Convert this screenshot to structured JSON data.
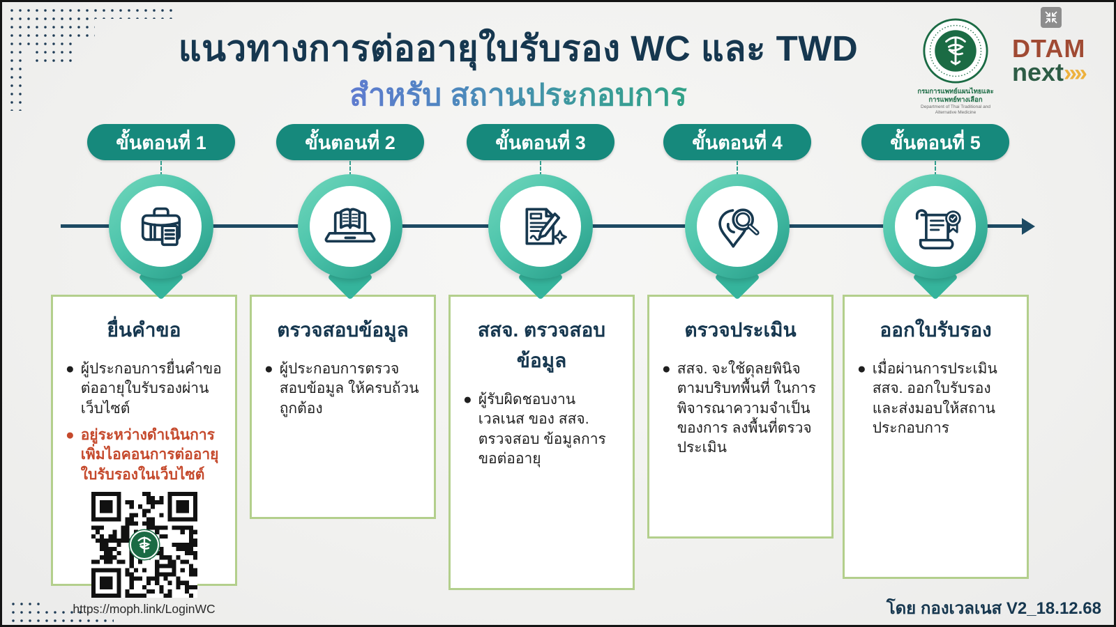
{
  "header": {
    "title": "แนวทางการต่ออายุใบรับรอง WC และ TWD",
    "subtitle": "สำหรับ สถานประกอบการ"
  },
  "logos": {
    "moph": {
      "icon": "moph-seal-icon",
      "caption_th": "กรมการแพทย์แผนไทยและการแพทย์ทางเลือก",
      "caption_en": "Department of Thai Traditional and Alternative Medicine"
    },
    "dtam": {
      "line1": "DTAM",
      "line2": "next",
      "chevrons": "»»"
    }
  },
  "window": {
    "collapse_icon": "collapse-arrows-icon"
  },
  "accent_colors": {
    "badge_teal": "#16897c",
    "ring_teal": "#4cc4ab",
    "timeline_navy": "#1d4a63",
    "card_border_green": "#b3cf8c",
    "warning_red": "#c5492c",
    "title_navy": "#16374f"
  },
  "steps": [
    {
      "badge": "ขั้นตอนที่ 1",
      "icon": "briefcase-document-icon",
      "title": "ยื่นคำขอ",
      "bullets": [
        {
          "text": "ผู้ประกอบการยื่นคำขอต่ออายุใบรับรองผ่านเว็บไซต์",
          "emphasis": false
        },
        {
          "text": "อยู่ระหว่างดำเนินการเพิ่มไอคอนการต่ออายุใบรับรองในเว็บไซต์",
          "emphasis": true
        }
      ],
      "qr_link": "https://moph.link/LoginWC"
    },
    {
      "badge": "ขั้นตอนที่ 2",
      "icon": "laptop-book-icon",
      "title": "ตรวจสอบข้อมูล",
      "bullets": [
        {
          "text": "ผู้ประกอบการตรวจสอบข้อมูล ให้ครบถ้วน ถูกต้อง",
          "emphasis": false
        }
      ]
    },
    {
      "badge": "ขั้นตอนที่ 3",
      "icon": "document-pen-icon",
      "title": "สสจ. ตรวจสอบข้อมูล",
      "bullets": [
        {
          "text": "ผู้รับผิดชอบงานเวลเนส ของ สสจ. ตรวจสอบ ข้อมูลการขอต่ออายุ",
          "emphasis": false
        }
      ]
    },
    {
      "badge": "ขั้นตอนที่ 4",
      "icon": "location-magnifier-icon",
      "title": "ตรวจประเมิน",
      "bullets": [
        {
          "text": "สสจ. จะใช้ดุลยพินิจตามบริบทพื้นที่ ในการพิจารณาความจำเป็นของการ ลงพื้นที่ตรวจประเมิน",
          "emphasis": false
        }
      ]
    },
    {
      "badge": "ขั้นตอนที่ 5",
      "icon": "certificate-scroll-icon",
      "title": "ออกใบรับรอง",
      "bullets": [
        {
          "text": "เมื่อผ่านการประเมิน สสจ. ออกใบรับรอง และส่งมอบให้สถานประกอบการ",
          "emphasis": false
        }
      ]
    }
  ],
  "footer": {
    "credit": "โดย กองเวลเนส V2_18.12.68"
  }
}
